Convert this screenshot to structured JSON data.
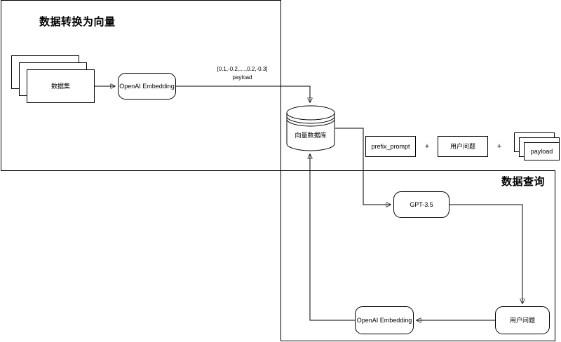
{
  "diagram": {
    "title_left": "数据转换为向量",
    "title_right": "数据查询",
    "groups": [
      {
        "name": "data-to-vector",
        "label": "数据转换为向量"
      },
      {
        "name": "data-query",
        "label": "数据查询"
      }
    ],
    "nodes": {
      "dataset": "数据集",
      "embedding_ingest": "OpenAI Embedding",
      "vector_db": "向量数据库",
      "prefix_prompt": "prefix_prompt",
      "user_question_top": "用户问题",
      "payload_stack": "payload",
      "gpt": "GPT-3.5",
      "embedding_query": "OpenAI Embedding",
      "user_question_bottom": "用户问题"
    },
    "edge_labels": {
      "vector_payload_line1": "[0.1,-0.2,....,0.2,-0.3]",
      "vector_payload_line2": "payload"
    },
    "operators": {
      "plus_one": "+",
      "plus_two": "+"
    },
    "colors": {
      "stroke": "#000000",
      "background": "#ffffff",
      "text": "#000000"
    }
  }
}
